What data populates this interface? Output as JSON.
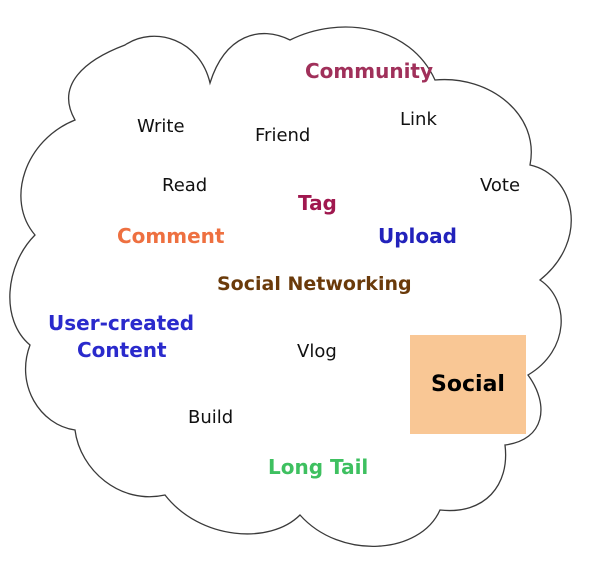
{
  "cloud": {
    "words": {
      "community": "Community",
      "write": "Write",
      "friend": "Friend",
      "link": "Link",
      "read": "Read",
      "vote": "Vote",
      "tag": "Tag",
      "comment": "Comment",
      "upload": "Upload",
      "social_networking": "Social Networking",
      "user_created_line1": "User-created",
      "user_created_line2": "Content",
      "vlog": "Vlog",
      "social": "Social",
      "build": "Build",
      "long_tail": "Long Tail"
    },
    "colors": {
      "community": "#a0305a",
      "tag": "#a0184f",
      "comment": "#ee7040",
      "upload": "#2222bb",
      "social_networking": "#6a3a0a",
      "user_created": "#2a2acc",
      "long_tail": "#3ec060",
      "social_box": "#f9c795",
      "plain": "#111111"
    }
  }
}
